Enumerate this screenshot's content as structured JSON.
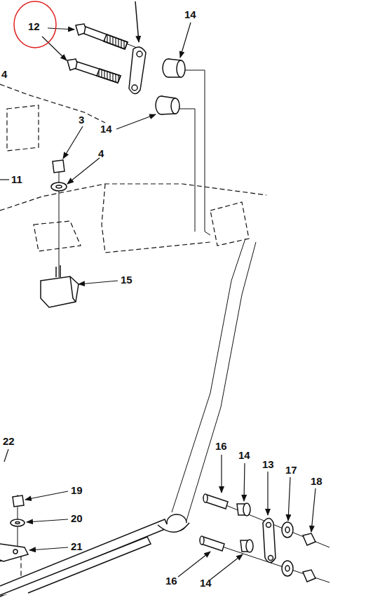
{
  "diagram": {
    "labels": [
      "12",
      "14",
      "4",
      "3",
      "14",
      "4",
      "11",
      "15",
      "22",
      "16",
      "14",
      "13",
      "17",
      "18",
      "19",
      "20",
      "21",
      "16",
      "14"
    ]
  }
}
